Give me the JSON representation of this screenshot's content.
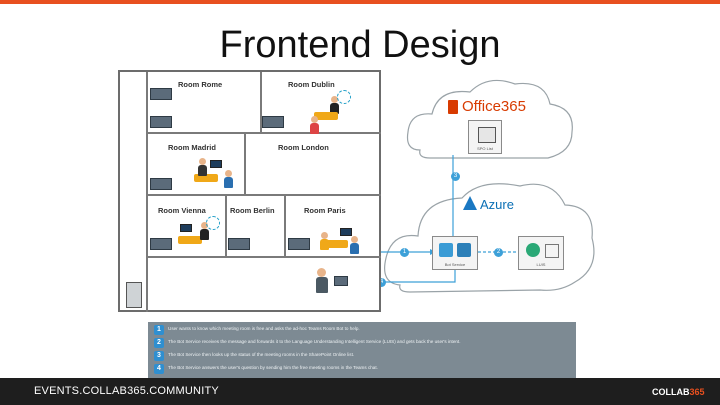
{
  "slide": {
    "title": "Frontend Design",
    "accent_color": "#e8501f"
  },
  "rooms": [
    {
      "name": "Room Rome"
    },
    {
      "name": "Room Dublin"
    },
    {
      "name": "Room Madrid"
    },
    {
      "name": "Room London"
    },
    {
      "name": "Room Vienna"
    },
    {
      "name": "Room Berlin"
    },
    {
      "name": "Room Paris"
    }
  ],
  "clouds": {
    "office365_label": "Office365",
    "office365_box_label": "SPO List",
    "azure_label": "Azure",
    "bot_service_label": "Bot Service",
    "luis_label": "LUIS"
  },
  "flow_steps": [
    "1",
    "2",
    "3",
    "4"
  ],
  "legend": {
    "steps": [
      {
        "num": "1",
        "text": "User wants to know which meeting room is free and asks the ad-hoc Teams Room Bot to help."
      },
      {
        "num": "2",
        "text": "The Bot Service receives the message and forwards it to the Language Understanding Intelligent Service (LUIS) and gets back the user's intent."
      },
      {
        "num": "3",
        "text": "The Bot Service then looks up the status of the meeting rooms in the SharePoint Online list."
      },
      {
        "num": "4",
        "text": "The Bot Service answers the user's question by sending him the free meeting rooms in the Teams chat."
      }
    ]
  },
  "footer": {
    "text": "EVENTS.COLLAB365.COMMUNITY",
    "brand_main": "COLLAB",
    "brand_accent": "365"
  }
}
